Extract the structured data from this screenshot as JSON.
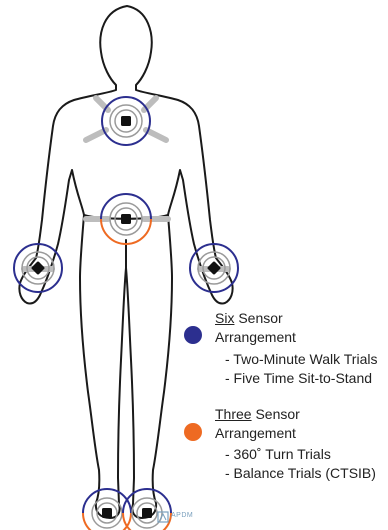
{
  "legend": {
    "group_a": {
      "color": "#2c2f8f",
      "title_em": "Six",
      "title_rest": " Sensor",
      "title_line2": "Arrangement",
      "trials": [
        "- Two-Minute Walk Trials",
        "- Five Time Sit-to-Stand"
      ]
    },
    "group_b": {
      "color": "#ee6a22",
      "title_em": "Three",
      "title_rest": " Sensor",
      "title_line2": "Arrangement",
      "trials": [
        "- 360˚ Turn Trials",
        "- Balance Trials (CTSIB)"
      ]
    }
  },
  "colors": {
    "outline": "#1a1a1a",
    "strap": "#bdbdbd",
    "sensor": "#111111",
    "ring_gray": "#9a9a9a"
  },
  "logo_text": "APDM"
}
